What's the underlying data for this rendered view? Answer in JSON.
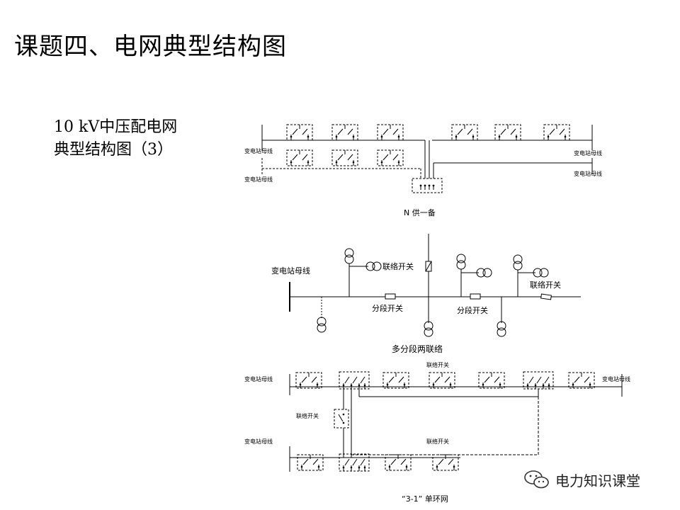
{
  "slide": {
    "title": "课题四、电网典型结构图",
    "subtitle_line1": "10 kV中压配电网",
    "subtitle_line2": "典型结构图（3）"
  },
  "diagram1": {
    "bus_label_left_top": "变电站母线",
    "bus_label_left_bottom": "变电站母线",
    "bus_label_right_top": "变电站母线",
    "bus_label_right_bottom": "变电站母线",
    "caption": "N 供一备"
  },
  "diagram2": {
    "bus_label": "变电站母线",
    "tie_switch_label_1": "联络开关",
    "tie_switch_label_2": "联络开关",
    "section_switch_label_1": "分段开关",
    "section_switch_label_2": "分段开关",
    "caption": "多分段两联络"
  },
  "diagram3": {
    "tie_switch_top": "联络开关",
    "bus_label_left_top": "变电站母线",
    "bus_label_right_top": "变电站母线",
    "tie_switch_left": "联络开关",
    "bus_label_left_bottom": "变电站母线",
    "tie_switch_bottom": "联络开关",
    "caption": "“3-1” 单环网"
  },
  "watermark": {
    "text": "电力知识课堂",
    "icon": "wechat-icon"
  }
}
